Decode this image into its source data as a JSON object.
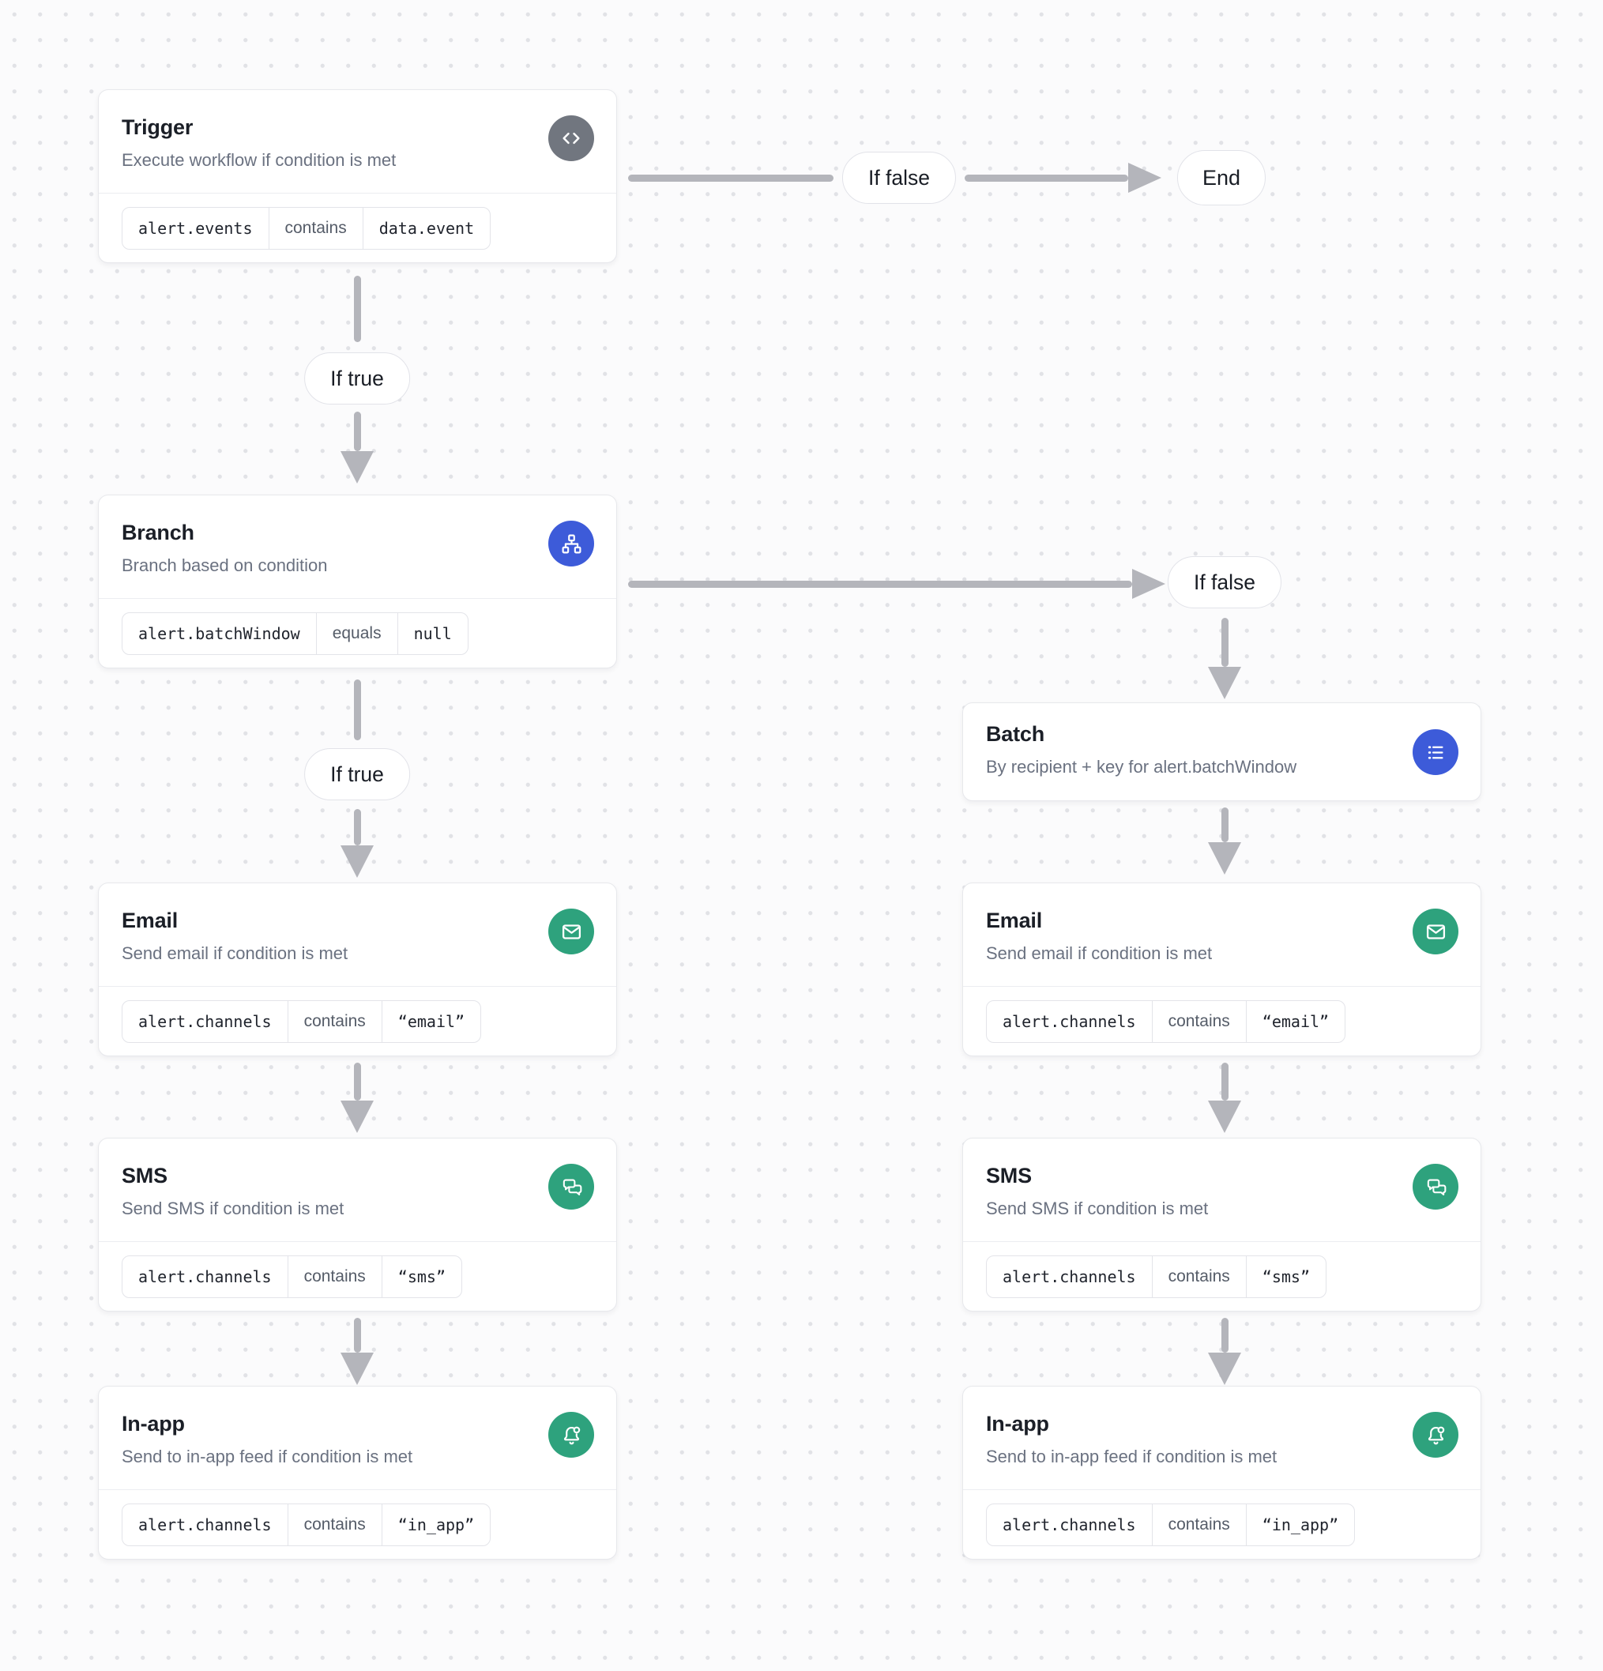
{
  "canvas": {
    "background": "#FBFBFC",
    "dot_color": "#E1E2E6"
  },
  "colors": {
    "edge": "#B4B5BB",
    "trigger_icon_bg": "#71767F",
    "branch_icon_bg": "#3D5BD9",
    "batch_icon_bg": "#3D5BD9",
    "channel_icon_bg": "#2EA27D",
    "card_border": "#E7E8EC",
    "title_text": "#1B1F27",
    "subtitle_text": "#6A7180"
  },
  "labels": {
    "if_true": "If true",
    "if_false": "If false",
    "end": "End"
  },
  "nodes": {
    "trigger": {
      "title": "Trigger",
      "subtitle": "Execute workflow if condition is met",
      "icon": "code-icon",
      "condition": {
        "field": "alert.events",
        "operator": "contains",
        "value": "data.event"
      }
    },
    "branch": {
      "title": "Branch",
      "subtitle": "Branch based on condition",
      "icon": "branch-icon",
      "condition": {
        "field": "alert.batchWindow",
        "operator": "equals",
        "value": "null"
      }
    },
    "batch": {
      "title": "Batch",
      "subtitle": "By recipient + key for alert.batchWindow",
      "icon": "list-icon"
    },
    "email": {
      "title": "Email",
      "subtitle": "Send email if condition is met",
      "icon": "email-icon",
      "condition": {
        "field": "alert.channels",
        "operator": "contains",
        "value": "“email”"
      }
    },
    "sms": {
      "title": "SMS",
      "subtitle": "Send SMS if condition is met",
      "icon": "sms-icon",
      "condition": {
        "field": "alert.channels",
        "operator": "contains",
        "value": "“sms”"
      }
    },
    "in_app": {
      "title": "In-app",
      "subtitle": "Send to in-app feed if condition is met",
      "icon": "bell-icon",
      "condition": {
        "field": "alert.channels",
        "operator": "contains",
        "value": "“in_app”"
      }
    }
  }
}
